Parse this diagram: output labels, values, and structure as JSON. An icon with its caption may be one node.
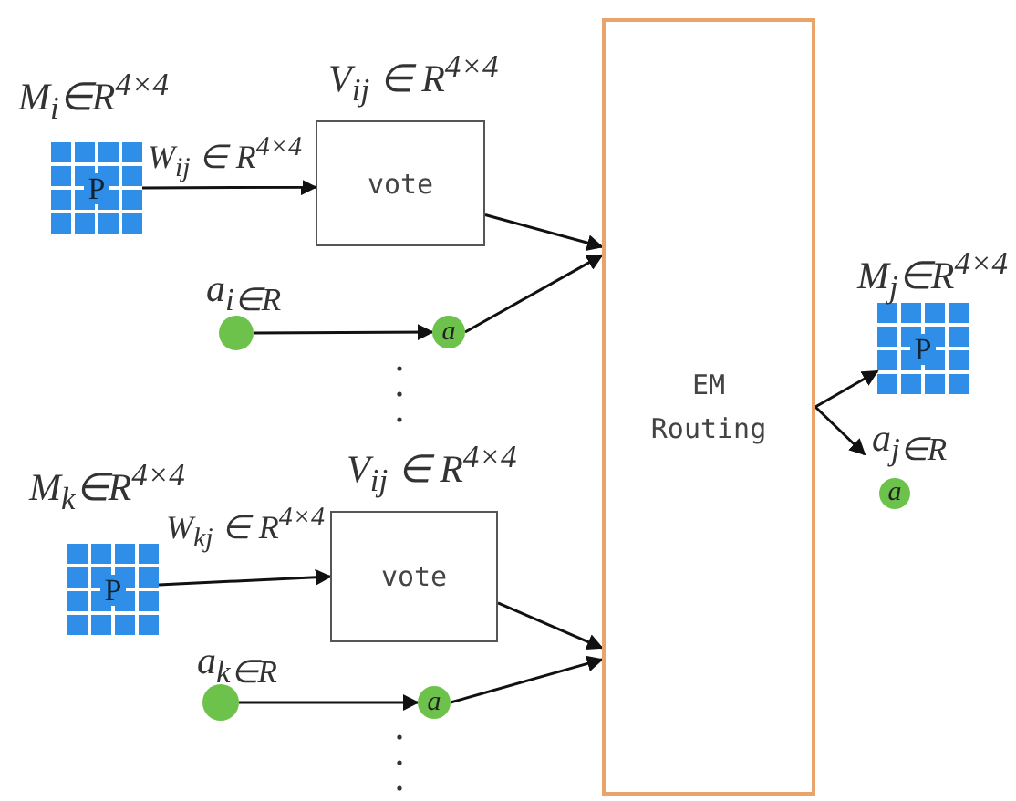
{
  "diagram": {
    "nodes": [
      {
        "text": [
          "P"
        ],
        "beside": [
          "M$_{i}$∈R$^{4×4}$"
        ]
      },
      {
        "text": [
          "vote"
        ],
        "beside": [
          "V$_{ij}$ ∈ R$^{4×4}$"
        ]
      },
      {
        "text": [],
        "shape": "circle",
        "beside": [
          "a$_{i∈R}$"
        ]
      },
      {
        "text": [
          "a"
        ]
      },
      {
        "text": [
          "P"
        ],
        "beside": [
          "M$_{k}$∈R$^{4×4}$"
        ]
      },
      {
        "text": [
          "vote"
        ],
        "beside": [
          "V$_{ij}$ ∈ R$^{4×4}$"
        ]
      },
      {
        "text": [],
        "shape": "circle",
        "beside": [
          "a$_{k∈R}$"
        ]
      },
      {
        "text": [
          "a"
        ]
      },
      {
        "text": [
          "EM Routing"
        ]
      },
      {
        "text": [
          "P"
        ],
        "beside": [
          "M$_{j}$∈R$^{4×4}$"
        ]
      },
      {
        "text": [
          "a"
        ],
        "beside": [
          "a$_{j∈R}$"
        ]
      }
    ],
    "edges": [
      {
        "from": 0,
        "to": 1,
        "arrow": "to",
        "label": "W$_{ij}$ ∈ R$^{4×4}$"
      },
      {
        "from": 2,
        "to": 3,
        "arrow": "to"
      },
      {
        "from": 1,
        "to": 8,
        "arrow": "to"
      },
      {
        "from": 3,
        "to": 8,
        "arrow": "to"
      },
      {
        "from": 4,
        "to": 5,
        "arrow": "to",
        "label": "W$_{kj}$ ∈ R$^{4×4}$"
      },
      {
        "from": 6,
        "to": 7,
        "arrow": "to"
      },
      {
        "from": 5,
        "to": 8,
        "arrow": "to"
      },
      {
        "from": 7,
        "to": 8,
        "arrow": "to"
      },
      {
        "from": 8,
        "to": 9,
        "arrow": "to"
      },
      {
        "from": 8,
        "to": 10,
        "arrow": "to"
      }
    ]
  }
}
